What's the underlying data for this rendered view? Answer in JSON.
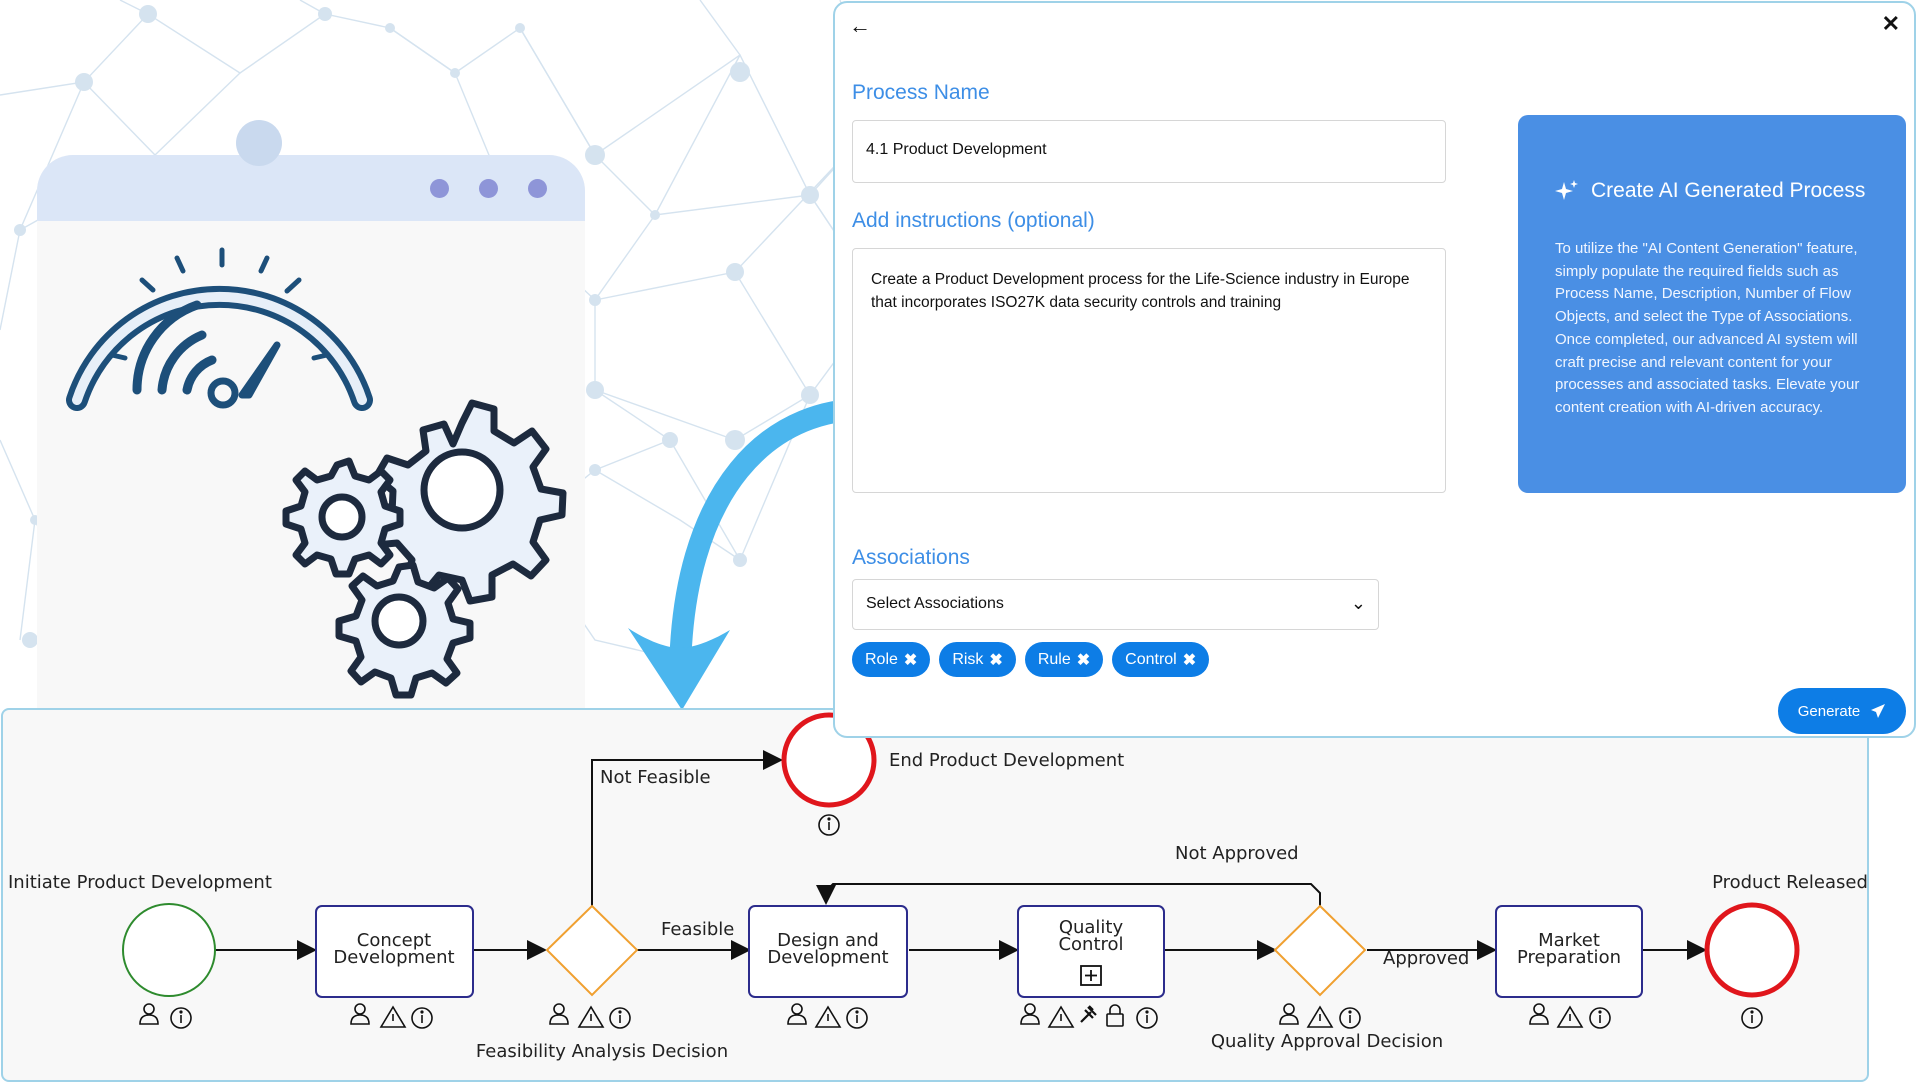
{
  "dialog": {
    "process_name_label": "Process Name",
    "process_name_value": "4.1 Product Development",
    "instructions_label": "Add instructions (optional)",
    "instructions_value": "Create a Product Development process for the Life-Science industry in Europe that incorporates ISO27K data security controls and training",
    "associations_label": "Associations",
    "associations_select": "Select Associations",
    "chips": [
      "Role",
      "Risk",
      "Rule",
      "Control"
    ],
    "generate_label": "Generate",
    "ai_title": "Create AI Generated Process",
    "ai_description": "To utilize the \"AI Content Generation\" feature, simply populate the required fields such as Process Name, Description, Number of Flow Objects, and select the Type of Associations. Once completed, our advanced AI system will craft precise and relevant content for your processes and associated tasks. Elevate your content creation with AI-driven accuracy."
  },
  "diagram": {
    "start_event": "Initiate Product Development",
    "tasks": {
      "concept_1": "Concept",
      "concept_2": "Development",
      "design_1": "Design and",
      "design_2": "Development",
      "quality_1": "Quality",
      "quality_2": "Control",
      "market_1": "Market",
      "market_2": "Preparation"
    },
    "gateways": {
      "feasibility": "Feasibility Analysis Decision",
      "quality_approval": "Quality Approval Decision"
    },
    "flows": {
      "not_feasible": "Not Feasible",
      "feasible": "Feasible",
      "not_approved": "Not Approved",
      "approved": "Approved"
    },
    "end_events": {
      "end_dev": "End Product Development",
      "released": "Product Released"
    }
  },
  "colors": {
    "accent": "#0d7de6",
    "ai_panel": "#4a8fe4",
    "label_blue": "#3d8ee6",
    "start_event": "#2e8b2e",
    "end_event": "#e0161c",
    "gateway": "#f0a030",
    "task_border": "#2c2c8c",
    "arrow": "#4bb6ee"
  }
}
